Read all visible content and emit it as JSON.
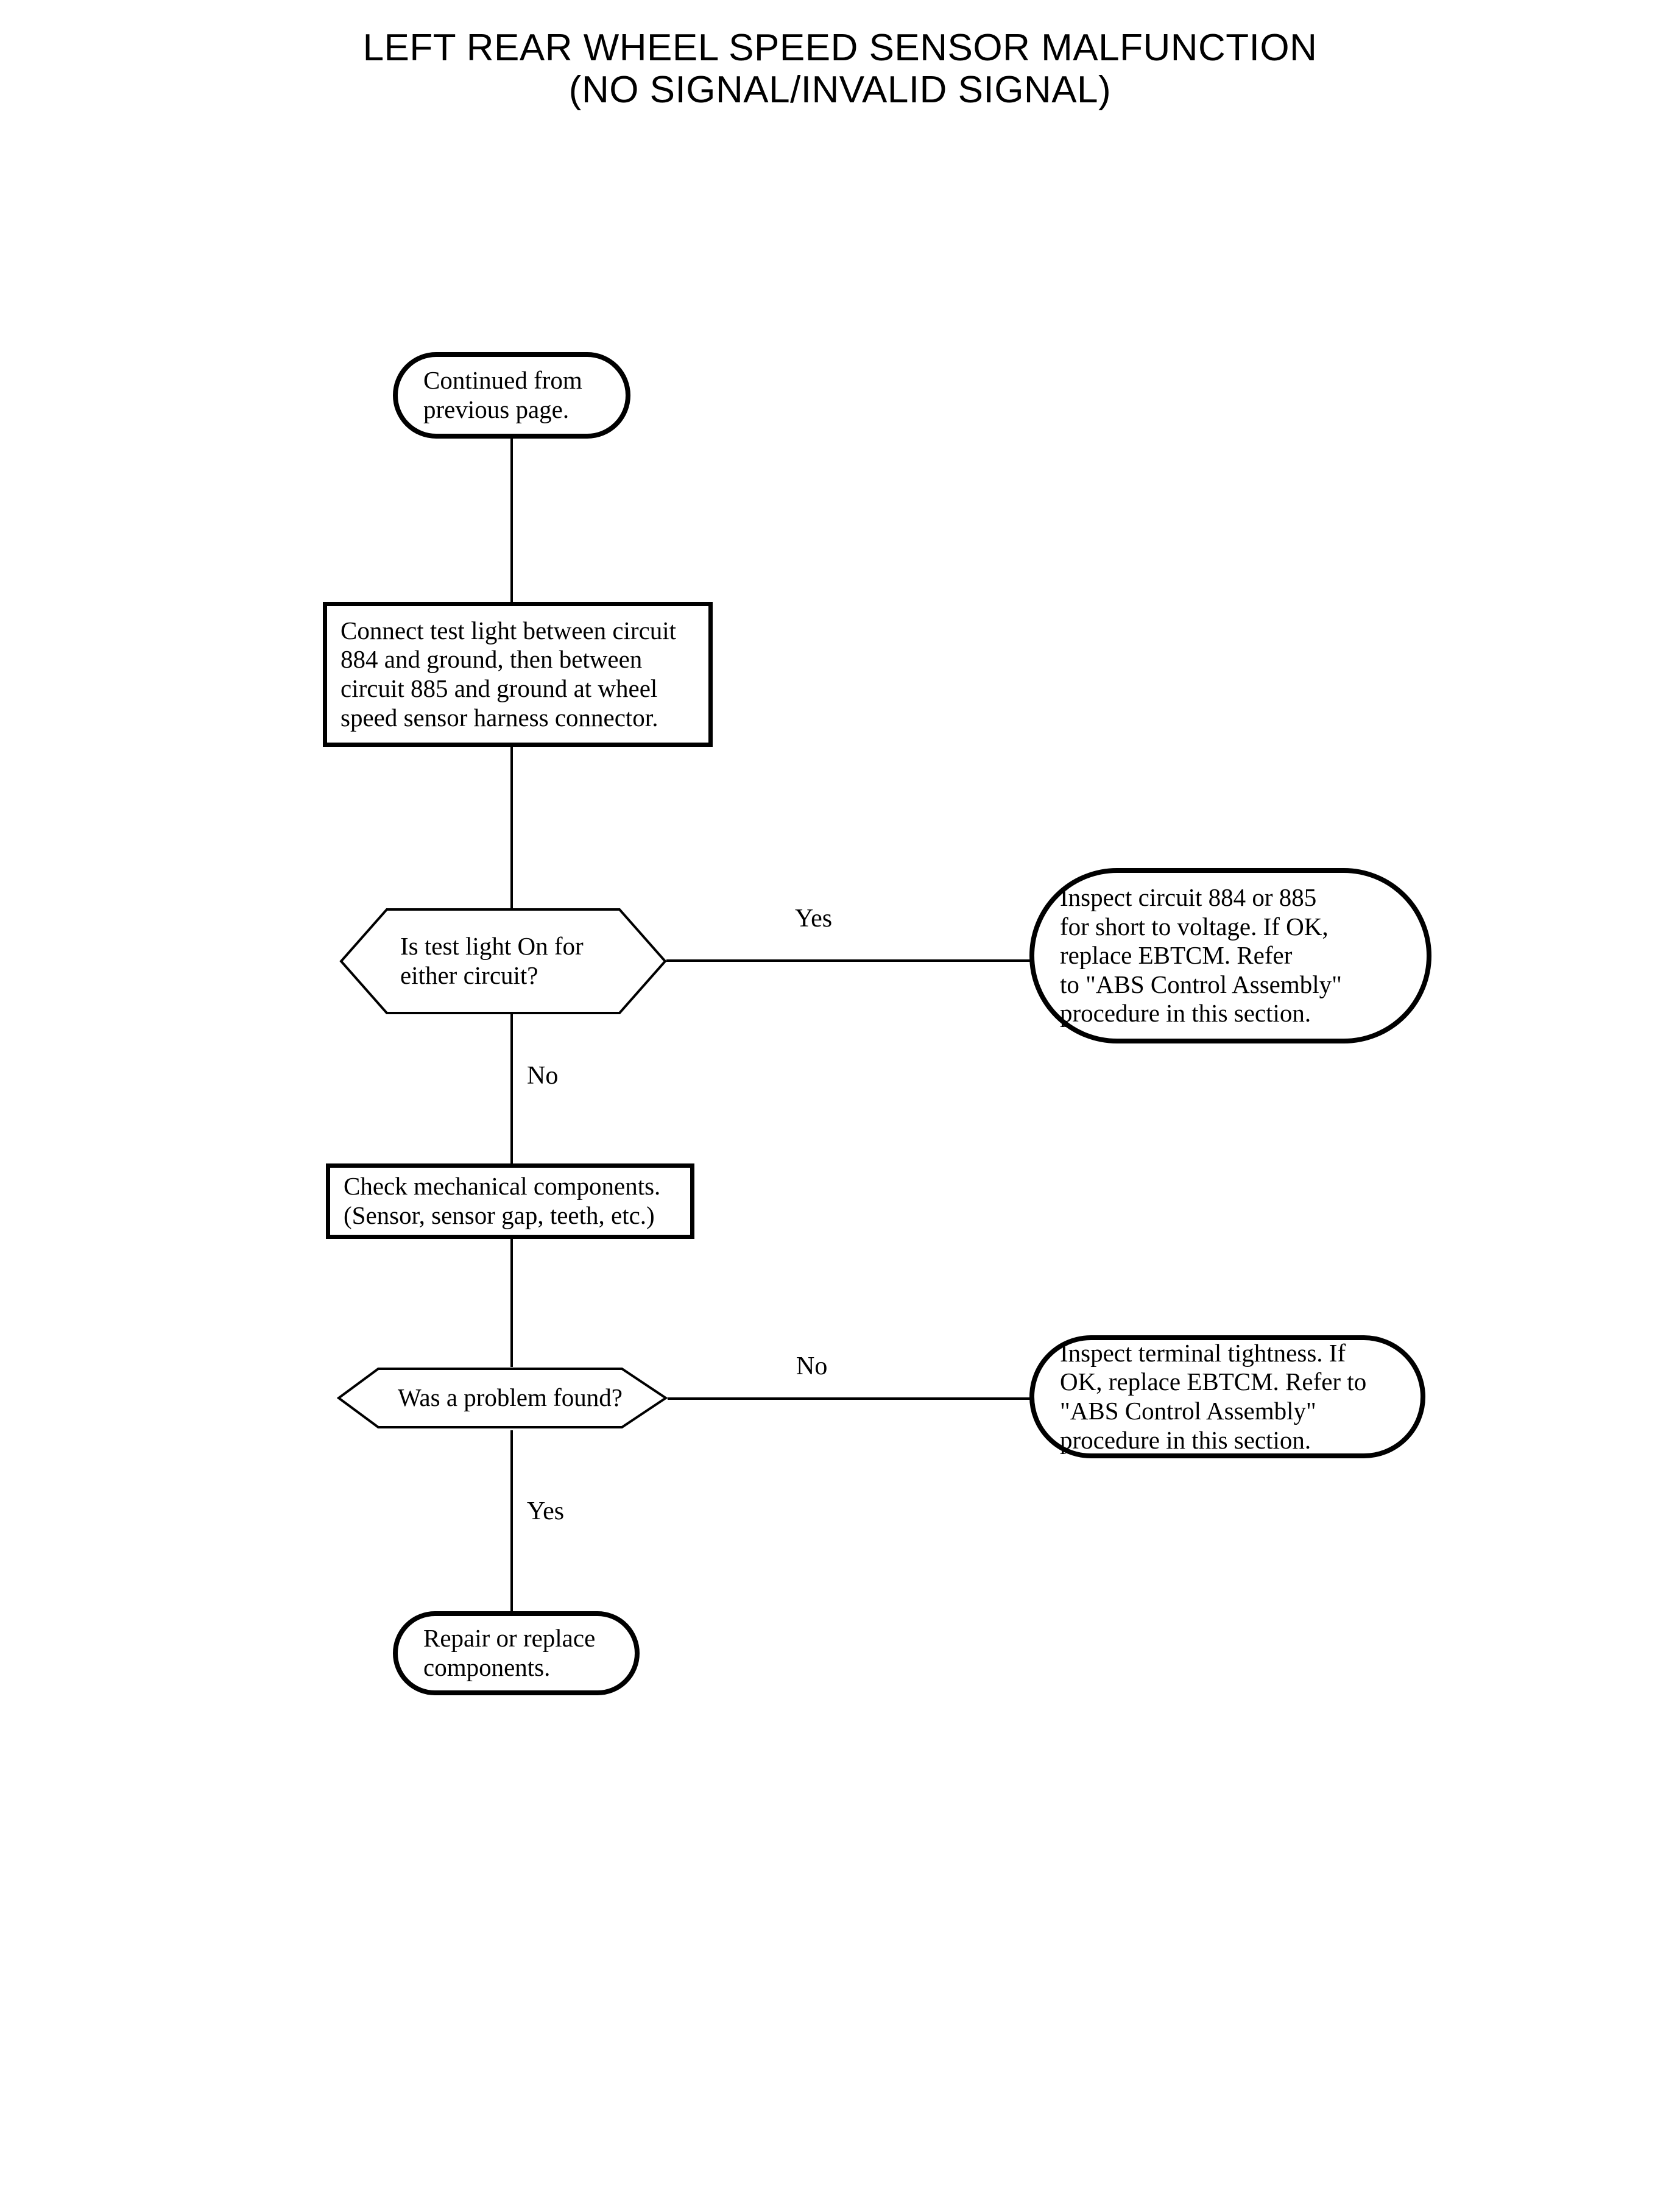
{
  "document": {
    "title_lines": [
      "LEFT REAR WHEEL SPEED SENSOR MALFUNCTION",
      "(NO SIGNAL/INVALID SIGNAL)"
    ],
    "title_full": "LEFT REAR WHEEL SPEED SENSOR MALFUNCTION (NO SIGNAL/INVALID SIGNAL)"
  },
  "colors": {
    "ink": "#000000",
    "page": "#ffffff"
  },
  "flowchart": {
    "type": "diagnostic-flowchart",
    "nodes": [
      {
        "id": "start",
        "shape": "terminator",
        "text": "Continued from\nprevious page."
      },
      {
        "id": "step-connect-test-light",
        "shape": "process",
        "text": "Connect test light between circuit\n884 and ground, then between\ncircuit 885 and ground at wheel\nspeed sensor harness connector."
      },
      {
        "id": "decision-test-light-on",
        "shape": "decision",
        "text": "Is test light On for\neither circuit?"
      },
      {
        "id": "result-inspect-circuit",
        "shape": "terminator",
        "text": "Inspect circuit 884 or 885\nfor short to voltage. If OK,\nreplace EBTCM. Refer\nto \"ABS Control Assembly\"\nprocedure in this section."
      },
      {
        "id": "step-check-mechanical",
        "shape": "process",
        "text": "Check mechanical components.\n(Sensor, sensor gap, teeth, etc.)"
      },
      {
        "id": "decision-problem-found",
        "shape": "decision",
        "text": "Was a problem found?"
      },
      {
        "id": "result-inspect-terminal",
        "shape": "terminator",
        "text": "Inspect terminal tightness. If\nOK, replace EBTCM. Refer to\n\"ABS Control Assembly\"\nprocedure in this section."
      },
      {
        "id": "end-repair-replace",
        "shape": "terminator",
        "text": "Repair or replace\ncomponents."
      }
    ],
    "branch_labels": {
      "decision1_yes": "Yes",
      "decision1_no": "No",
      "decision2_no": "No",
      "decision2_yes": "Yes"
    }
  }
}
